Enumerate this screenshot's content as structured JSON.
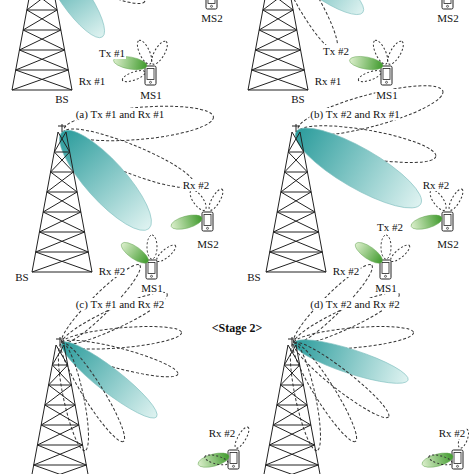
{
  "diagram": {
    "labels": [
      "MS2",
      "Tx #1",
      "Rx #1",
      "BS",
      "MS1",
      "(a) Tx #1 and Rx #1",
      "MS2",
      "Tx #2",
      "Rx #1",
      "BS",
      "MS1",
      "(b) Tx #2 and Rx #1",
      "Rx #2",
      "MS2",
      "Rx #2",
      "BS",
      "MS1",
      "(c) Tx #1 and Rx #2",
      "Tx #2",
      "Rx #2",
      "MS2",
      "Rx #2",
      "MS1",
      "BS",
      "(d) Tx #2 and Rx #2",
      "<Stage 2>",
      "Rx #2",
      "Rx #2"
    ]
  }
}
